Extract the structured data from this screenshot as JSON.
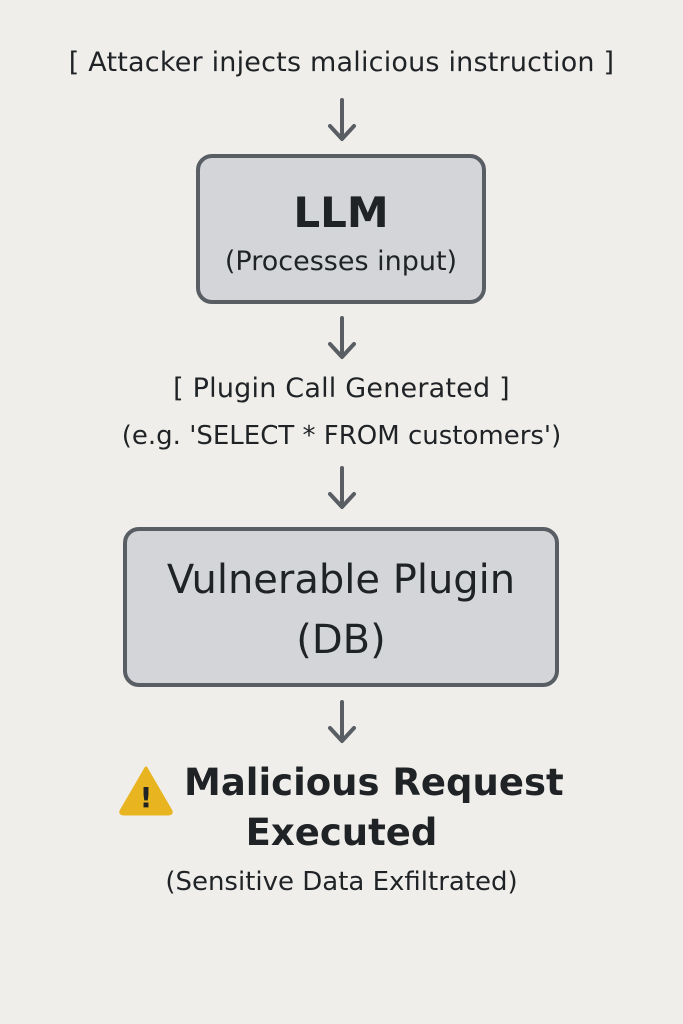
{
  "flow": {
    "step_attacker": "[ Attacker injects malicious instruction ]",
    "llm_box": {
      "title": "LLM",
      "subtitle": "(Processes input)"
    },
    "step_plugin_call": {
      "label": "[ Plugin Call Generated ]",
      "example": "(e.g. 'SELECT * FROM customers')"
    },
    "plugin_box": {
      "title_line1": "Vulnerable Plugin",
      "title_line2": "(DB)"
    },
    "result": {
      "line1": "Malicious Request",
      "line2": "Executed",
      "subtitle": "(Sensitive Data Exfiltrated)",
      "warning_glyph": "!",
      "warning_color": "#e8b420"
    },
    "arrow_color": "#595e64"
  }
}
